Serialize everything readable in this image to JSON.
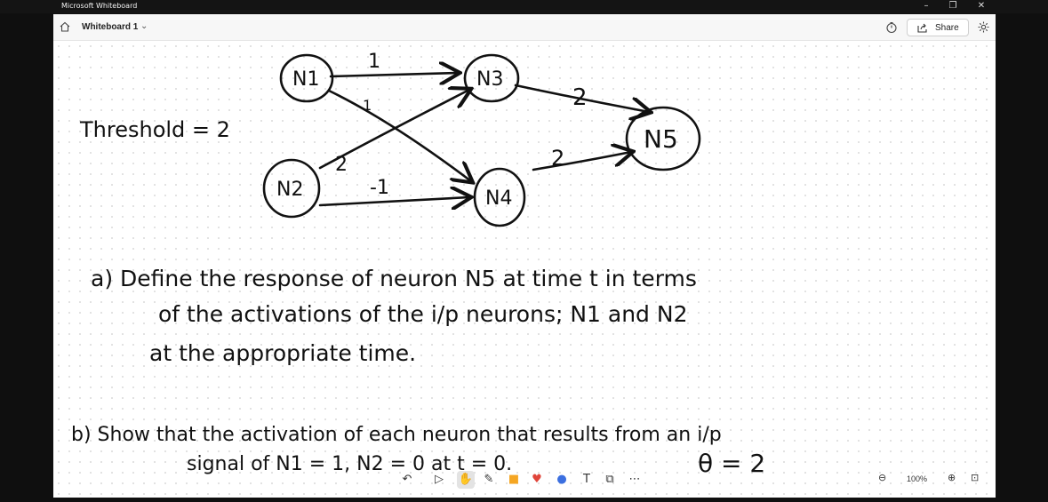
{
  "app": {
    "window_title": "Microsoft Whiteboard"
  },
  "window_controls": {
    "minimize": "–",
    "restore": "❐",
    "close": "✕"
  },
  "toolbar": {
    "board_title": "Whiteboard 1",
    "share_label": "Share"
  },
  "canvas": {
    "ink": {
      "threshold": "Threshold = 2",
      "nodes": [
        "N1",
        "N2",
        "N3",
        "N4",
        "N5"
      ],
      "edge_weights": {
        "n1_n3": "1",
        "n1_n4": "1",
        "n2_n3": "2",
        "n2_n4": "-1",
        "n3_n5": "2",
        "n4_n5": "2"
      },
      "line_a1": "a) Define the response of neuron N5 at time t in terms",
      "line_a2": "of the activations of the i/p neurons; N1 and N2",
      "line_a3": "at the appropriate time.",
      "line_b1": "b) Show that the activation of each neuron that results from an i/p",
      "line_b2": "signal of N1 = 1, N2 = 0 at t = 0.",
      "theta": "θ = 2"
    }
  },
  "bottom_toolbar": {
    "tools": [
      "undo",
      "select",
      "pan",
      "pen",
      "sticky-note",
      "reactions",
      "shapes",
      "text",
      "templates",
      "more"
    ]
  },
  "zoom": {
    "level": "100%"
  }
}
